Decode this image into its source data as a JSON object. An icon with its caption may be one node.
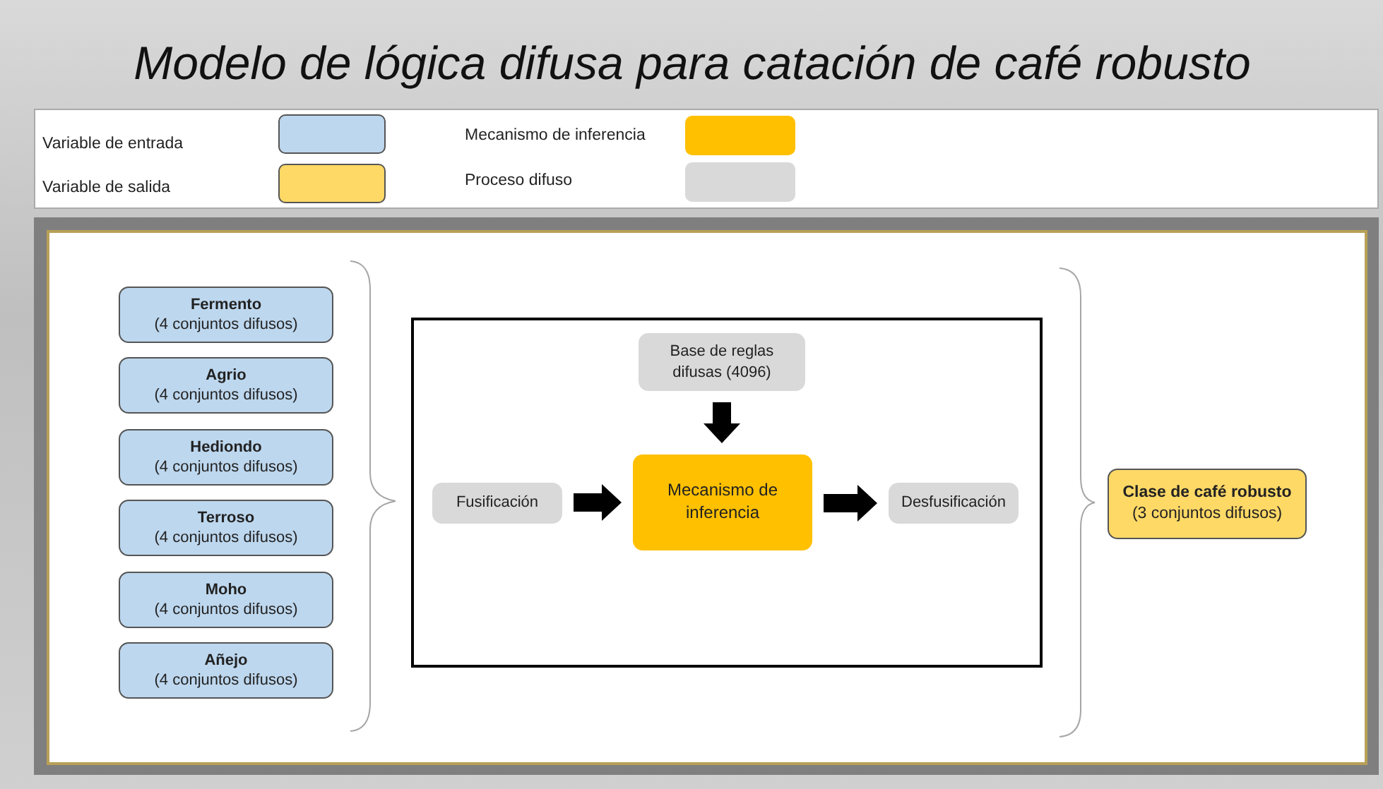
{
  "diagram": {
    "title": "Modelo de lógica difusa para catación de café robusto",
    "nodes": [
      {
        "text": [
          "Fermento",
          "(4 conjuntos difusos)"
        ]
      },
      {
        "text": [
          "Agrio",
          "(4 conjuntos difusos)"
        ]
      },
      {
        "text": [
          "Hediondo",
          "(4 conjuntos difusos)"
        ]
      },
      {
        "text": [
          "Terroso",
          "(4 conjuntos difusos)"
        ]
      },
      {
        "text": [
          "Moho",
          "(4 conjuntos difusos)"
        ]
      },
      {
        "text": [
          "Añejo",
          "(4 conjuntos difusos)"
        ]
      },
      {
        "text": [],
        "shape": "box"
      },
      {
        "text": [
          "Base de reglas difusas (4096)"
        ],
        "in": 6
      },
      {
        "text": [
          "Fusificación"
        ],
        "in": 6
      },
      {
        "text": [
          "Mecanismo de inferencia"
        ],
        "in": 6
      },
      {
        "text": [
          "Desfusificación"
        ],
        "in": 6
      },
      {
        "text": [
          "Clase de café robusto",
          "(3 conjuntos difusos)"
        ]
      }
    ],
    "edges": [
      {
        "from": 7,
        "to": 9,
        "arrow": "to"
      },
      {
        "from": 8,
        "to": 9,
        "arrow": "to"
      },
      {
        "from": 9,
        "to": 10,
        "arrow": "to"
      }
    ],
    "legend": [
      {
        "text": "Variable de entrada",
        "color": "#bdd7ee"
      },
      {
        "text": "Variable de salida",
        "color": "#ffd966"
      },
      {
        "text": "Mecanismo de inferencia",
        "color": "#ffc000"
      },
      {
        "text": "Proceso difuso",
        "color": "#d9d9d9"
      }
    ]
  }
}
